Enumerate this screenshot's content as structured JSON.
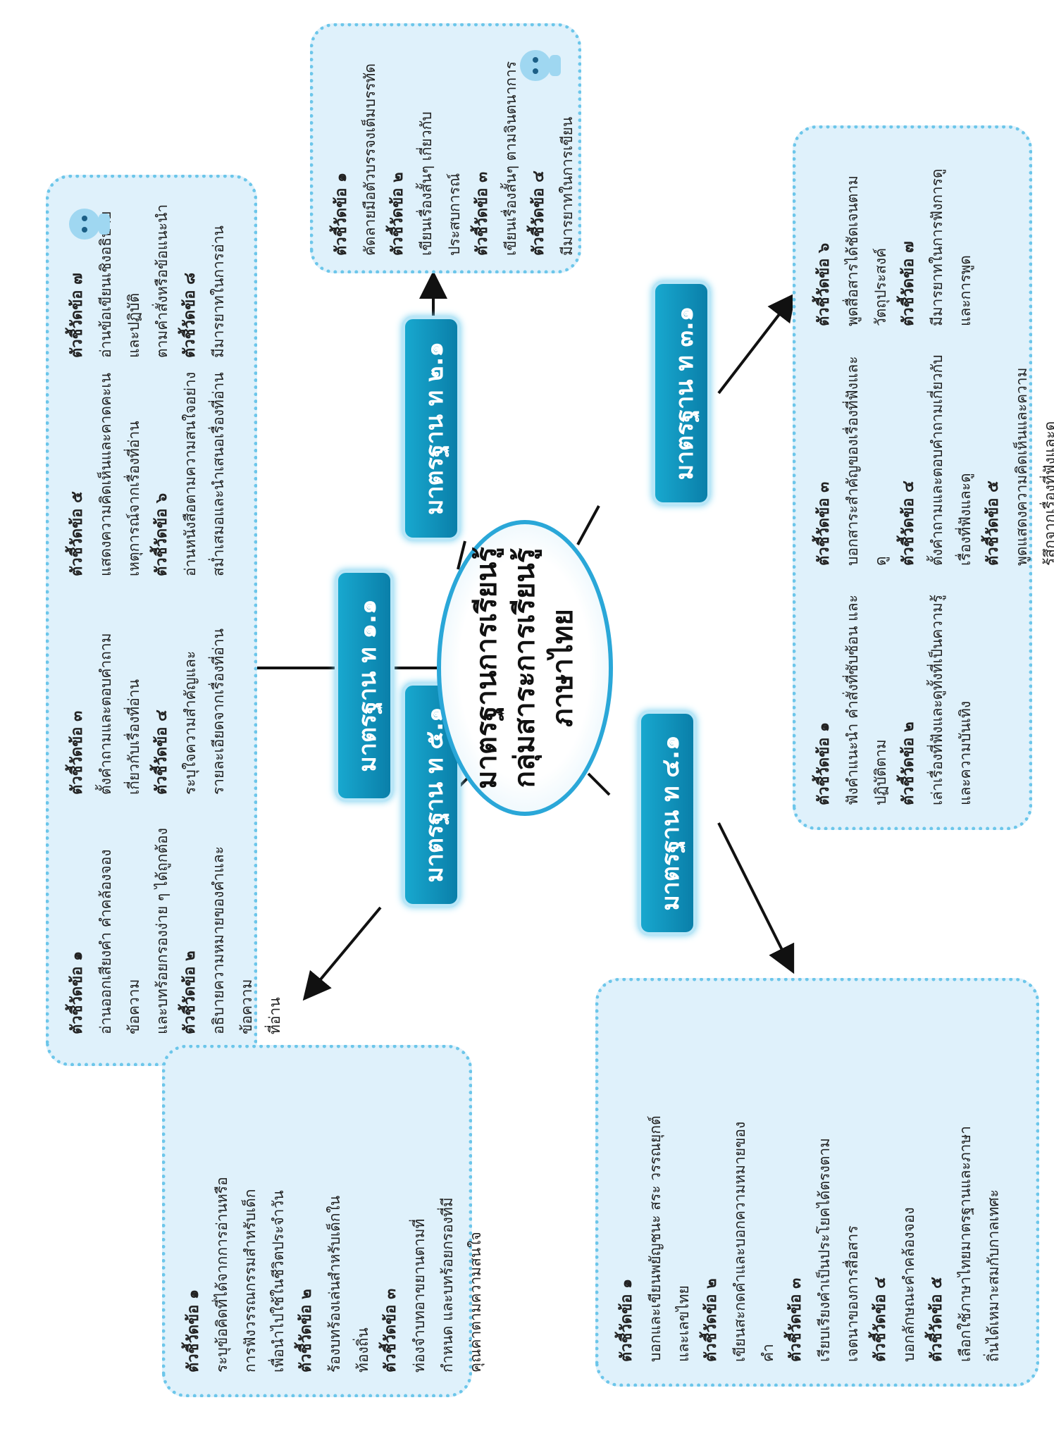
{
  "center": {
    "line1": "มาตรฐานการเรียนรู้",
    "line2": "กลุ่มสาระการเรียนรู้",
    "line3": "ภาษาไทย"
  },
  "standards": [
    {
      "label": "มาตรฐาน ท ๑.๑"
    },
    {
      "label": "มาตรฐาน ท ๒.๑"
    },
    {
      "label": "มาตรฐาน ท ๓.๑"
    },
    {
      "label": "มาตรฐาน ท ๔.๑"
    },
    {
      "label": "มาตรฐาน ท ๕.๑"
    }
  ],
  "box_reading": {
    "cols": [
      [
        {
          "h": "ตัวชี้วัดข้อ ๑",
          "t": "อ่านออกเสียงคำ  คำคล้องจอง  ข้อความ\nและบทร้อยกรองง่าย ๆ ได้ถูกต้อง"
        },
        {
          "h": "ตัวชี้วัดข้อ ๒",
          "t": "อธิบายความหมายของคำและข้อความ\nที่อ่าน"
        }
      ],
      [
        {
          "h": "ตัวชี้วัดข้อ ๓",
          "t": "ตั้งคำถามและตอบคำถาม\nเกี่ยวกับเรื่องที่อ่าน"
        },
        {
          "h": "ตัวชี้วัดข้อ ๔",
          "t": "ระบุใจความสำคัญและ\nรายละเอียดจากเรื่องที่อ่าน"
        }
      ],
      [
        {
          "h": "ตัวชี้วัดข้อ ๕",
          "t": "แสดงความคิดเห็นและคาดคะเน\nเหตุการณ์จากเรื่องที่อ่าน"
        },
        {
          "h": "ตัวชี้วัดข้อ ๖",
          "t": "อ่านหนังสือตามความสนใจอย่าง\nสม่ำเสมอและนำเสนอเรื่องที่อ่าน"
        }
      ],
      [
        {
          "h": "ตัวชี้วัดข้อ ๗",
          "t": "อ่านข้อเขียนเชิงอธิบาย และปฏิบัติ\nตามคำสั่งหรือข้อแนะนำ"
        },
        {
          "h": "ตัวชี้วัดข้อ ๘",
          "t": "มีมารยาทในการอ่าน"
        }
      ]
    ]
  },
  "box_writing": {
    "cols": [
      [
        {
          "h": "ตัวชี้วัดข้อ ๑",
          "t": "คัดลายมือตัวบรรจงเต็มบรรทัด"
        },
        {
          "h": "ตัวชี้วัดข้อ ๒",
          "t": "เขียนเรื่องสั้นๆ เกี่ยวกับประสบการณ์"
        },
        {
          "h": "ตัวชี้วัดข้อ ๓",
          "t": "เขียนเรื่องสั้นๆ ตามจินตนาการ"
        },
        {
          "h": "ตัวชี้วัดข้อ ๔",
          "t": "มีมารยาทในการเขียน"
        }
      ]
    ]
  },
  "box_listening": {
    "cols": [
      [
        {
          "h": "ตัวชี้วัดข้อ ๑",
          "t": "ฟังคำแนะนำ  คำสั่งที่ซับซ้อน  และ\nปฏิบัติตาม"
        },
        {
          "h": "ตัวชี้วัดข้อ ๒",
          "t": "เล่าเรื่องที่ฟังและดูทั้งที่เป็นความรู้\nและความบันเทิง"
        }
      ],
      [
        {
          "h": "ตัวชี้วัดข้อ ๓",
          "t": "บอกสาระสำคัญของเรื่องที่ฟังและดู"
        },
        {
          "h": "ตัวชี้วัดข้อ ๔",
          "t": "ตั้งคำถามและตอบคำถามเกี่ยวกับ\nเรื่องที่ฟังและดู"
        },
        {
          "h": "ตัวชี้วัดข้อ ๕",
          "t": "พูดแสดงความคิดเห็นและความ\nรู้สึกจากเรื่องที่ฟังและดู"
        }
      ],
      [
        {
          "h": "ตัวชี้วัดข้อ ๖",
          "t": "พูดสื่อสารได้ชัดเจนตาม\nวัตถุประสงค์"
        },
        {
          "h": "ตัวชี้วัดข้อ ๗",
          "t": "มีมารยาทในการฟังการดู\nและการพูด"
        }
      ]
    ]
  },
  "box_language": {
    "cols": [
      [
        {
          "h": "ตัวชี้วัดข้อ ๑",
          "t": "บอกและเขียนพยัญชนะ สระ  วรรณยุกต์\nและเลขไทย"
        },
        {
          "h": "ตัวชี้วัดข้อ ๒",
          "t": "เขียนสะกดคำและบอกความหมายของ\nคำ"
        },
        {
          "h": "ตัวชี้วัดข้อ ๓",
          "t": "เรียบเรียงคำเป็นประโยคได้ตรงตาม\nเจตนาของการสื่อสาร"
        },
        {
          "h": "ตัวชี้วัดข้อ ๔",
          "t": "บอกลักษณะคำคล้องจอง"
        },
        {
          "h": "ตัวชี้วัดข้อ ๕",
          "t": "เลือกใช้ภาษาไทยมาตรฐานและภาษา\nถิ่นได้เหมาะสมกับกาลเทศะ"
        }
      ]
    ]
  },
  "box_literature": {
    "cols": [
      [
        {
          "h": "ตัวชี้วัดข้อ ๑",
          "t": "ระบุข้อคิดที่ได้จากการอ่านหรือ\nการฟังวรรณกรรมสำหรับเด็ก\nเพื่อนำไปใช้ในชีวิตประจำวัน"
        },
        {
          "h": "ตัวชี้วัดข้อ ๒",
          "t": "ร้องบทร้องเล่นสำหรับเด็กใน\nท้องถิ่น"
        },
        {
          "h": "ตัวชี้วัดข้อ ๓",
          "t": "ท่องจำบทอาขยานตามที่\nกำหนด และบทร้อยกรองที่มี\nคุณค่าตามความสนใจ"
        }
      ]
    ]
  }
}
